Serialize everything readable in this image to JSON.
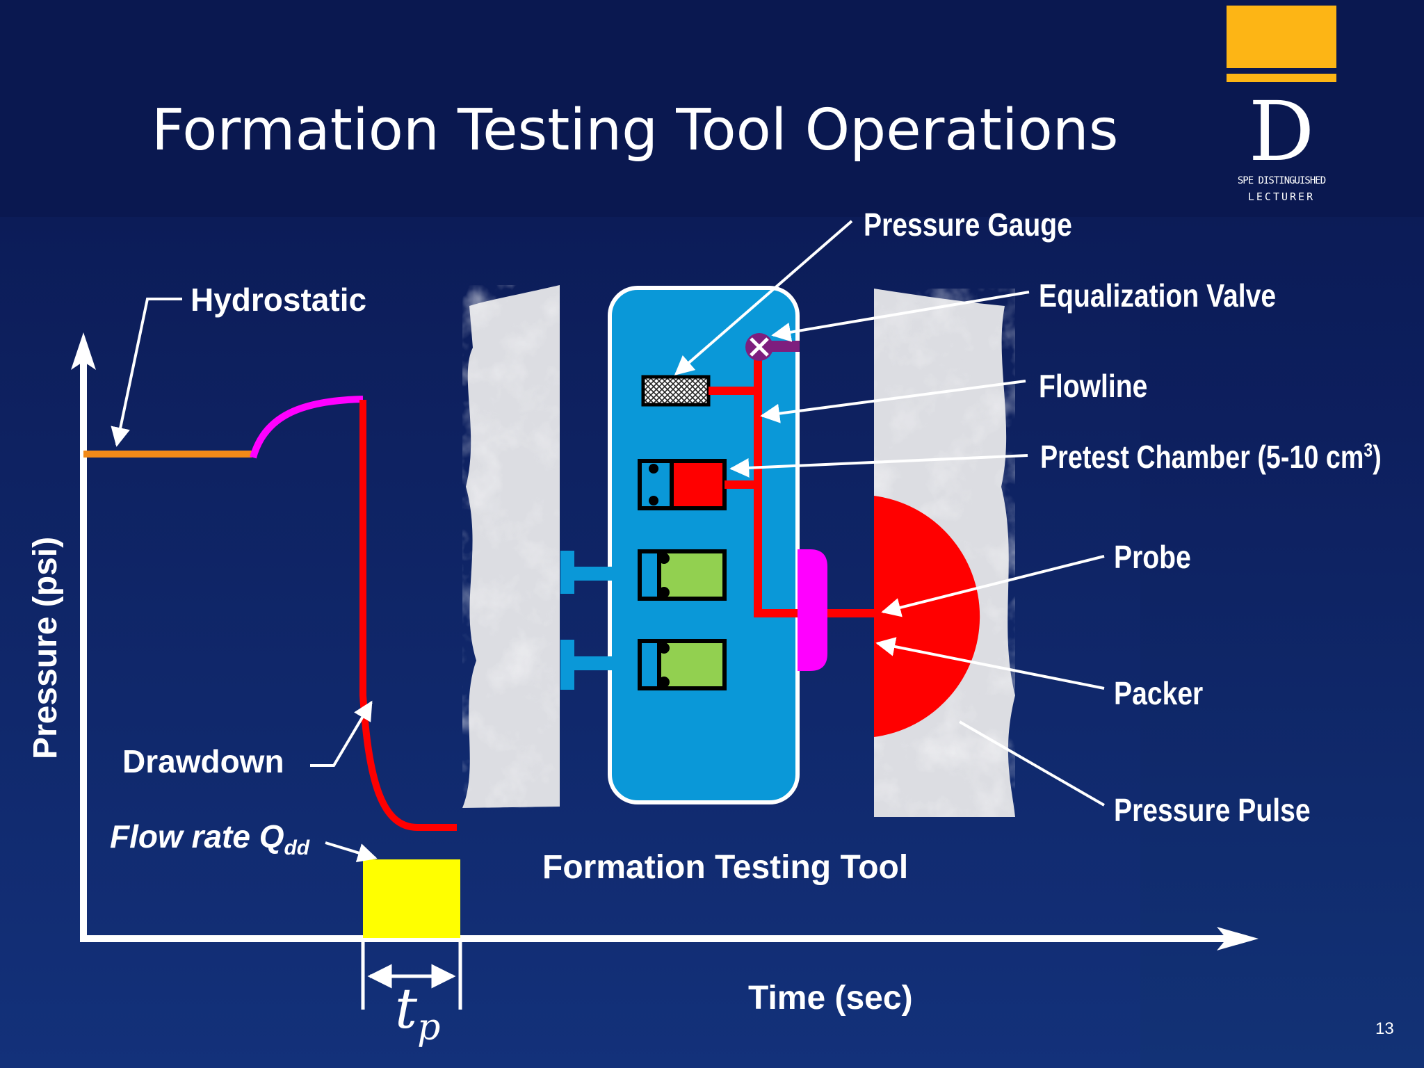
{
  "title": "Formation Testing Tool Operations",
  "logo": {
    "line1": "SPE DISTINGUISHED",
    "line2": "LECTURER",
    "letter": "D"
  },
  "labels": {
    "pressure_gauge": "Pressure Gauge",
    "equalization_valve": "Equalization Valve",
    "flowline": "Flowline",
    "pretest_chamber": "Pretest Chamber (5-10 cm",
    "pretest_sup": "3",
    "pretest_close": ")",
    "probe": "Probe",
    "packer": "Packer",
    "pressure_pulse": "Pressure Pulse",
    "hydrostatic": "Hydrostatic",
    "drawdown": "Drawdown",
    "flow_rate": "Flow rate Q",
    "flow_rate_sub": "dd",
    "tool_caption": "Formation Testing Tool",
    "y_axis": "Pressure (psi)",
    "x_axis": "Time (sec)",
    "tp_main": "t",
    "tp_sub": "p"
  },
  "page_number": "13",
  "colors": {
    "background": "#0a1850",
    "tool_body": "#0a98d8",
    "accent_red": "#ff0000",
    "hydrostatic": "#f28a18",
    "buildup": "#ff00ff",
    "flow_box": "#ffff00",
    "logo_gold": "#fdb515",
    "piston_green": "#92d050"
  }
}
